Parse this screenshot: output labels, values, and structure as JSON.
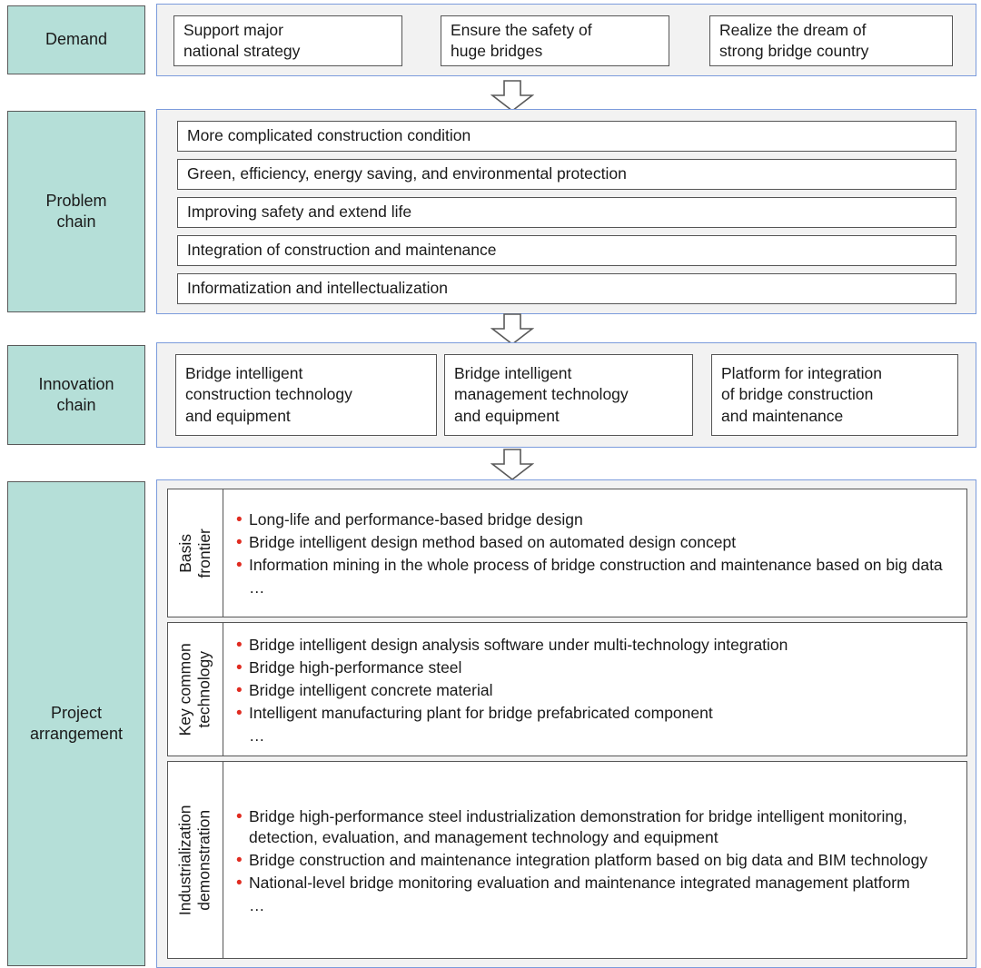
{
  "theme": {
    "stage_fill": "#b5dfd8",
    "panel_fill": "#f2f2f2",
    "panel_border": "#7b9bdc",
    "box_border": "#555555",
    "bullet_color": "#e02b20",
    "text_color": "#1a1a1a"
  },
  "stages": {
    "demand": {
      "label": "Demand"
    },
    "problem": {
      "label": "Problem\nchain",
      "line1": "Problem",
      "line2": "chain"
    },
    "innovation": {
      "label": "Innovation\nchain",
      "line1": "Innovation",
      "line2": "chain"
    },
    "project": {
      "label": "Project\narrangement",
      "line1": "Project",
      "line2": "arrangement"
    }
  },
  "demand_items": [
    "Support major\nnational strategy",
    "Ensure the safety of\nhuge bridges",
    "Realize the dream of\nstrong bridge country"
  ],
  "demand_items_lines": [
    {
      "l1": "Support major",
      "l2": "national strategy"
    },
    {
      "l1": "Ensure the safety of",
      "l2": "huge bridges"
    },
    {
      "l1": "Realize the dream of",
      "l2": "strong bridge country"
    }
  ],
  "problem_items": [
    "More complicated construction condition",
    "Green, efficiency, energy saving, and environmental protection",
    "Improving safety and extend life",
    "Integration of construction and maintenance",
    "Informatization and intellectualization"
  ],
  "innovation_items_lines": [
    {
      "l1": "Bridge intelligent",
      "l2": "construction technology",
      "l3": "and equipment"
    },
    {
      "l1": "Bridge intelligent",
      "l2": "management technology",
      "l3": "and equipment"
    },
    {
      "l1": "Platform for integration",
      "l2": "of bridge construction",
      "l3": "and maintenance"
    }
  ],
  "project_groups": [
    {
      "label": "Basis frontier",
      "label_l1": "Basis",
      "label_l2": "frontier",
      "bullets": [
        "Long-life and performance-based bridge design",
        "Bridge intelligent design method based on automated design concept",
        "Information mining in the whole process of bridge construction and maintenance based on big data"
      ],
      "ellipsis": "…"
    },
    {
      "label": "Key common technology",
      "label_l1": "Key common",
      "label_l2": "technology",
      "bullets": [
        "Bridge intelligent design analysis software under multi-technology integration",
        "Bridge high-performance steel",
        "Bridge intelligent concrete material",
        "Intelligent manufacturing plant for bridge prefabricated component"
      ],
      "ellipsis": "…"
    },
    {
      "label": "Industrialization demonstration",
      "label_l1": "Industrialization",
      "label_l2": "demonstration",
      "bullets": [
        "Bridge high-performance steel industrialization demonstration for bridge intelligent monitoring, detection, evaluation, and management technology and equipment",
        "Bridge construction and maintenance integration platform based on big data and BIM technology",
        "National-level bridge monitoring evaluation and maintenance integrated management platform"
      ],
      "ellipsis": "…"
    }
  ],
  "bullet_glyph": "•",
  "arrows": [
    {
      "name": "arrow-demand-to-problem"
    },
    {
      "name": "arrow-problem-to-innovation"
    },
    {
      "name": "arrow-innovation-to-project"
    }
  ]
}
